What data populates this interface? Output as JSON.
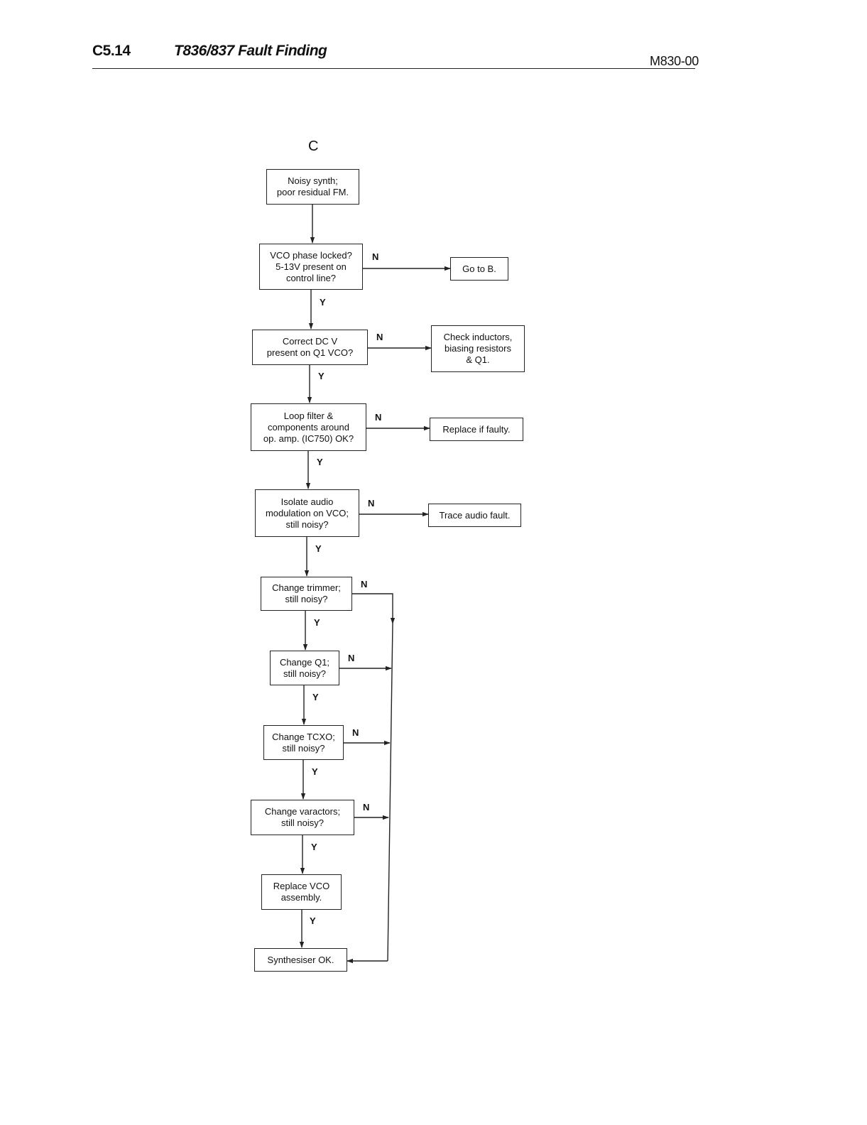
{
  "header": {
    "section": "C5.14",
    "title": "T836/837 Fault Finding",
    "doc_number": "M830-00"
  },
  "chart": {
    "heading": "C",
    "nodes": {
      "start": "Noisy synth;\npoor residual FM.",
      "q_vco_locked": "VCO phase locked?\n5-13V present on\ncontrol line?",
      "go_to_b": "Go to B.",
      "q_dc_v": "Correct DC V\npresent on Q1 VCO?",
      "check_inductors": "Check inductors,\nbiasing resistors\n& Q1.",
      "q_loop_filter": "Loop filter &\ncomponents around\nop. amp. (IC750) OK?",
      "replace_if_faulty": "Replace if faulty.",
      "q_isolate_audio": "Isolate audio\nmodulation on VCO;\nstill noisy?",
      "trace_audio": "Trace audio fault.",
      "q_trimmer": "Change trimmer;\nstill noisy?",
      "q_q1": "Change Q1;\nstill noisy?",
      "q_tcxo": "Change TCXO;\nstill noisy?",
      "q_varactors": "Change varactors;\nstill noisy?",
      "replace_vco": "Replace VCO\nassembly.",
      "synth_ok": "Synthesiser OK."
    },
    "yes_label": "Y",
    "no_label": "N"
  }
}
